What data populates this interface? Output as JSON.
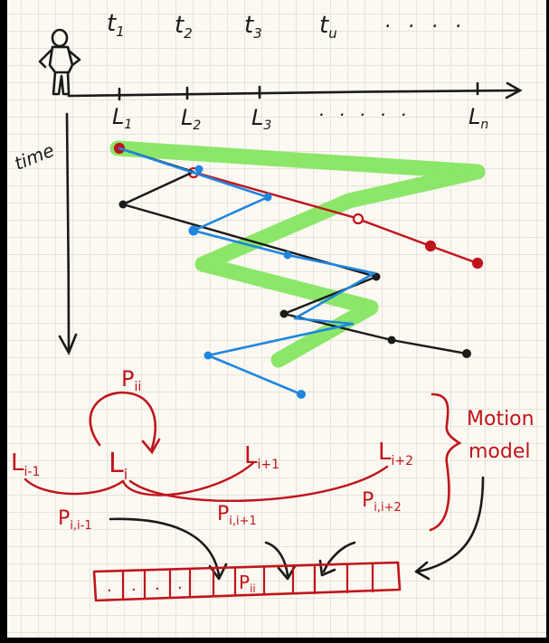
{
  "time_labels": [
    "t",
    "t",
    "t",
    "t",
    ". . . ."
  ],
  "time_subs": [
    "1",
    "2",
    "3",
    "u",
    ""
  ],
  "location_labels": [
    "L",
    "L",
    "L",
    ". . . . .",
    "L"
  ],
  "location_subs": [
    "1",
    "2",
    "3",
    "",
    "n"
  ],
  "time_axis_label": "time",
  "self_prob": {
    "main": "P",
    "sub": "ii"
  },
  "states": [
    {
      "main": "L",
      "sub": "i-1"
    },
    {
      "main": "L",
      "sub": "i"
    },
    {
      "main": "L",
      "sub": "i+1"
    },
    {
      "main": "L",
      "sub": "i+2"
    }
  ],
  "transition_probs": [
    {
      "main": "P",
      "sub": "i,i-1"
    },
    {
      "main": "P",
      "sub": "i,i+1"
    },
    {
      "main": "P",
      "sub": "i,i+2"
    }
  ],
  "motion_model_label": [
    "Motion",
    "model"
  ],
  "vector_cells": [
    ".",
    ".",
    ".",
    ".",
    "",
    "P",
    "",
    "",
    "",
    "",
    ""
  ],
  "vector_pii_sub": "ii",
  "colors": {
    "ink": "#1a1a1a",
    "red": "#c0141c",
    "blue": "#1f86e0",
    "green": "#7fe35a",
    "paper": "#fbf9f1"
  },
  "icons": [
    "person-icon"
  ]
}
